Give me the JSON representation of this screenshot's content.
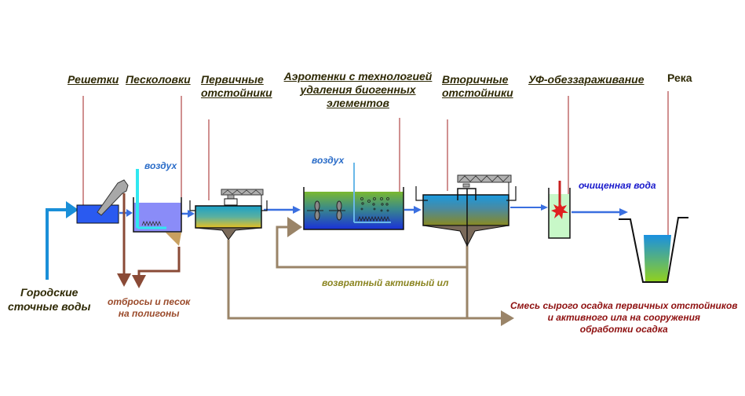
{
  "stages": {
    "screens": "Решетки",
    "sand_traps": "Песколовки",
    "primary_clarifiers": [
      "Первичные",
      "отстойники"
    ],
    "aeration_tanks": [
      "Аэротенки с технологией",
      "удаления биогенных",
      "элементов"
    ],
    "secondary_clarifiers": [
      "Вторичные",
      "отстойники"
    ],
    "uv_disinfection": "УФ-обеззараживание",
    "river": "Река"
  },
  "notes": {
    "air_sand_trap": "воздух",
    "air_aeration": "воздух",
    "treated_water": "очищенная вода",
    "inflow": [
      "Городские",
      "сточные воды"
    ],
    "waste_sand": [
      "отбросы и песок",
      "на полигоны"
    ],
    "return_sludge": "возвратный активный ил",
    "sludge_mix": [
      "Смесь сырого осадка первичных  отстойников",
      "и активного ила на сооружения",
      "обработки осадка"
    ]
  },
  "colors": {
    "leader_line": "#a02020",
    "flow_arrow": "#3a6fe0",
    "inflow_arrow": "#1a8fd8",
    "sludge_line": "#9a8468",
    "waste_line": "#8a4a36",
    "air_pipe": "#30e8f0"
  }
}
